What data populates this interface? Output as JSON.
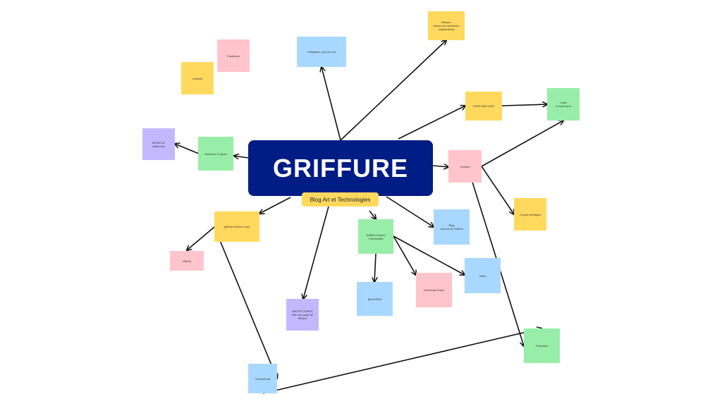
{
  "center": {
    "title": "GRIFFURE",
    "subtitle": "Blog Art et Technologies"
  },
  "notes": {
    "facebook": "Facebook",
    "linkedin": "Linkedin",
    "instagram": "Instagram, pas fou fou",
    "netseur": "Netseur\nMoteur de recherche\nexpérimental",
    "griffure_org": "GRIFFURE.ORG",
    "links": "Links\nle web sens",
    "betacle": "BETACLE\nwebcomic",
    "webtoon": "Webtoon & Tapas",
    "youtube": "Youtube",
    "courts": "Courts métrages",
    "blog": "Blog\nJournal de Griffure",
    "tests": "griffure tests en vrac",
    "github": "Github",
    "games": "Griffure.Games\nTransmedia",
    "video": "Vidéo",
    "christmas": "Christmas Panic",
    "backrun": "BACKRUN",
    "macpictures": "MACPICTURES\nSite one page de Mélann",
    "soundcloud": "Soundcloud",
    "podcasts": "Podcasts"
  },
  "colors": {
    "center": "#001c85",
    "yellow": "#ffd95e",
    "pink": "#ffc4cc",
    "blue": "#a8d8ff",
    "green": "#98eda8",
    "purple": "#c3b8ff"
  }
}
